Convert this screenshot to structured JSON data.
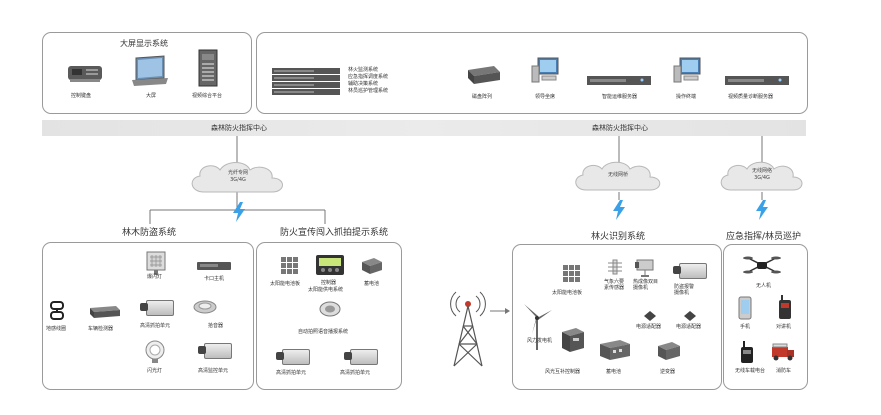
{
  "top_left": {
    "title": "大屏显示系统",
    "items": [
      "控制键盘",
      "大屏",
      "视频综合平台"
    ]
  },
  "top_right": {
    "stack_lines": [
      "林火监测系统",
      "应急指挥调度系统",
      "辅助决策系统",
      "林员巡护管理系统"
    ],
    "items": [
      "磁盘阵列",
      "领导坐席",
      "智能运维服务器",
      "操作终端",
      "视频质量诊断服务器"
    ]
  },
  "band": {
    "left_label": "森林防火指挥中心",
    "right_label": "森林防火指挥中心"
  },
  "clouds": [
    {
      "line1": "光纤专网",
      "line2": "3G/4G"
    },
    {
      "line1": "无线网桥",
      "line2": ""
    },
    {
      "line1": "无线网络",
      "line2": "3G/4G"
    }
  ],
  "section_titles": {
    "anti_theft": "林木防盗系统",
    "fire_alert": "防火宣传闯入抓拍提示系统",
    "fire_recog": "林火识别系统",
    "emergency": "应急指挥/林员巡护"
  },
  "anti_theft": {
    "items": [
      "地感线圈",
      "车辆检测器",
      "爆闪灯",
      "卡口主机",
      "高清抓拍单元",
      "拾音器",
      "闪光灯",
      "高清监控单元"
    ]
  },
  "fire_alert": {
    "items": [
      "太阳能电池板",
      "控制器",
      "蓄电池",
      "太阳能供电系统",
      "自动拍照语音播报系统",
      "高清抓拍单元",
      "高清抓拍单元"
    ]
  },
  "fire_recog": {
    "items": [
      "太阳能电池板",
      "气象六要素传感器",
      "热成像双目摄像机",
      "防盗报警摄像机",
      "电源适配器",
      "电源适配器",
      "风力发电机",
      "风光互补控制器",
      "蓄电池",
      "逆变器"
    ]
  },
  "emergency": {
    "items": [
      "无人机",
      "手机",
      "对讲机",
      "无线车载电台",
      "消防车"
    ]
  },
  "colors": {
    "lightning": "#3aa0e8",
    "band": "#e6e6e6",
    "box_border": "#9a9a9a"
  }
}
